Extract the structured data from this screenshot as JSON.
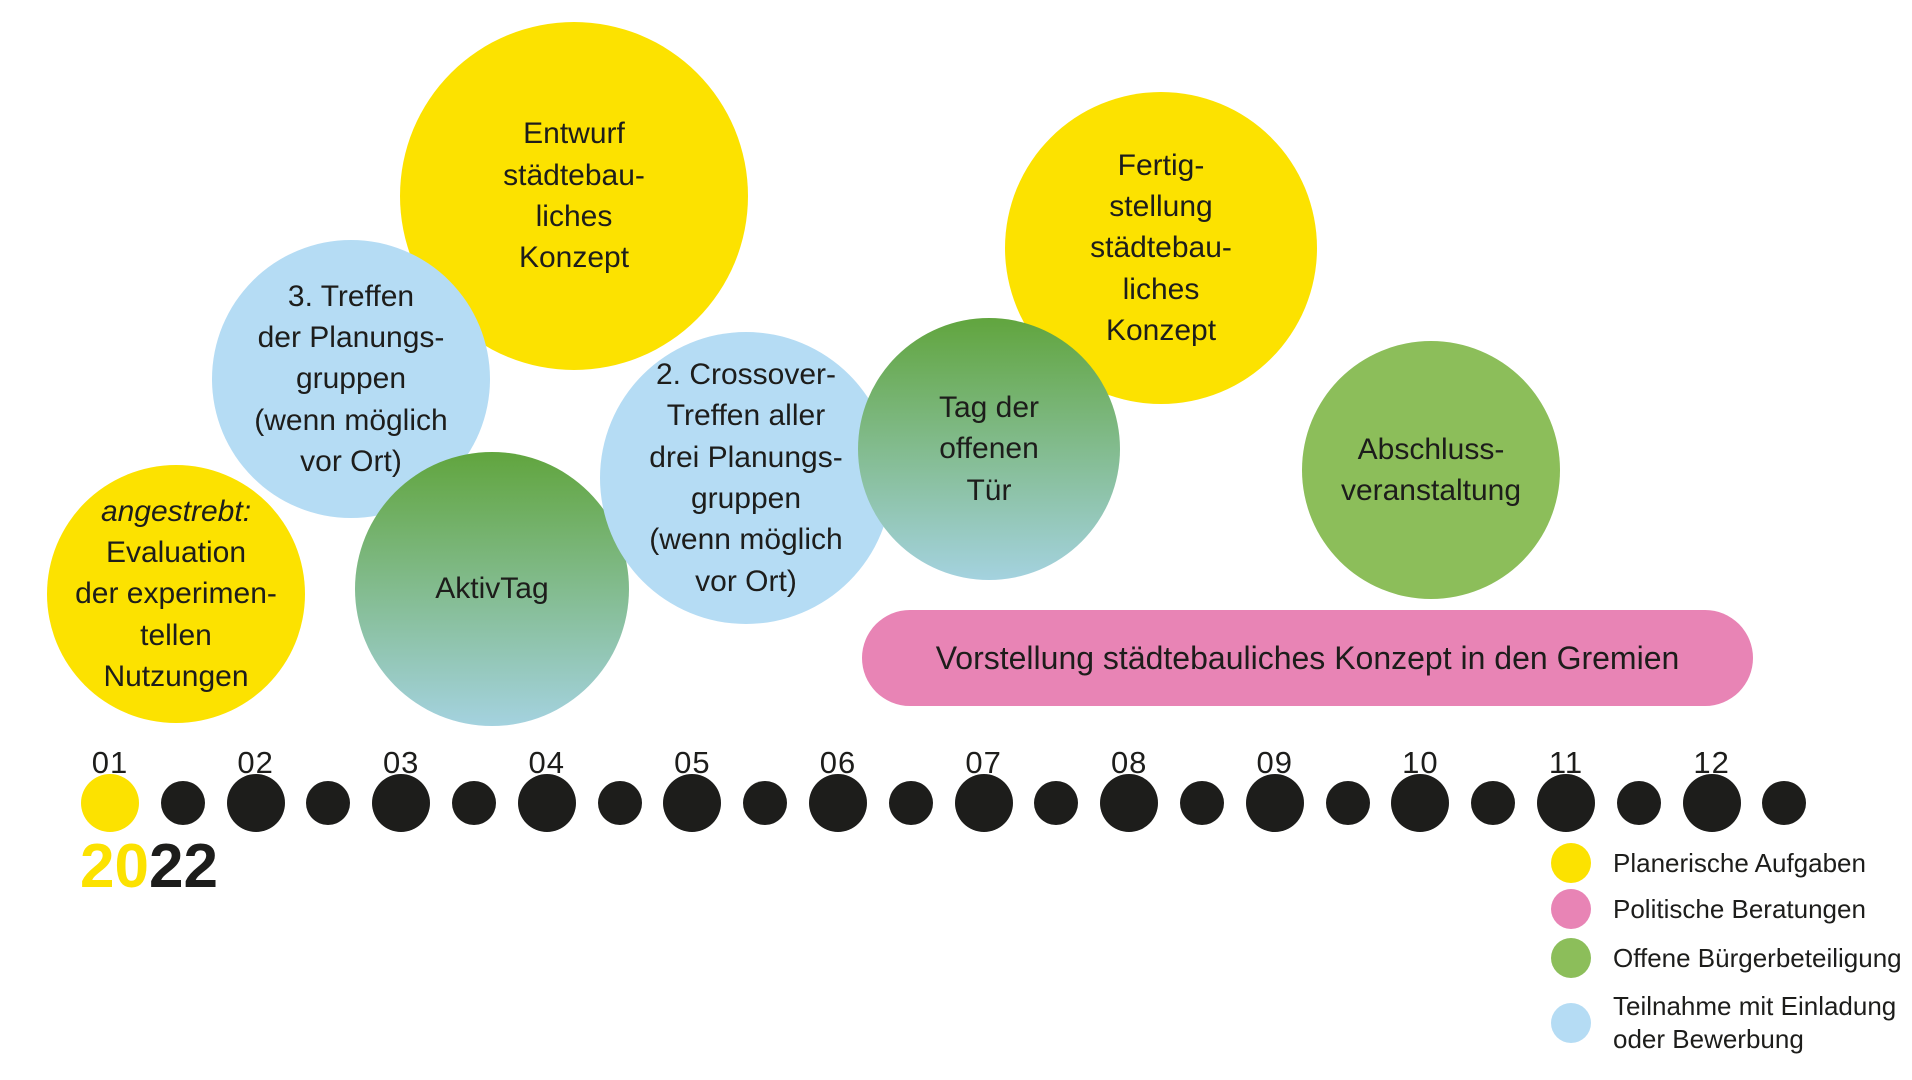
{
  "colors": {
    "yellow": "#FCE200",
    "pink": "#E884B5",
    "green": "#8CBE5A",
    "light_blue": "#B5DCF4",
    "gradient_green_top": "#61A53E",
    "gradient_blue_bottom": "#A4D2DF",
    "dark": "#1D1D1B"
  },
  "bubbles": {
    "evaluation": {
      "emphasis": "angestrebt:",
      "text": "Evaluation\nder experimen-\ntellen\nNutzungen",
      "category": "Planerische Aufgaben"
    },
    "treffen3": {
      "text": "3. Treffen\nder Planungs-\ngruppen\n(wenn möglich\nvor Ort)",
      "category": "Teilnahme mit Einladung oder Bewerbung"
    },
    "entwurf": {
      "text": "Entwurf\nstädtebau-\nliches\nKonzept",
      "category": "Planerische Aufgaben"
    },
    "aktivtag": {
      "text": "AktivTag",
      "category": "Offene Bürgerbeteiligung"
    },
    "crossover": {
      "text": "2. Crossover-\nTreffen aller\ndrei Planungs-\ngruppen\n(wenn möglich\nvor Ort)",
      "category": "Teilnahme mit Einladung oder Bewerbung"
    },
    "tag_der_offenen_tuer": {
      "text": "Tag der\noffenen\nTür",
      "category": "Offene Bürgerbeteiligung"
    },
    "fertigstellung": {
      "text": "Fertig-\nstellung\nstädtebau-\nliches\nKonzept",
      "category": "Planerische Aufgaben"
    },
    "abschluss": {
      "text": "Abschluss-\nveranstaltung",
      "category": "Offene Bürgerbeteiligung"
    }
  },
  "bar": {
    "text": "Vorstellung städtebauliches Konzept in den Gremien",
    "category": "Politische Beratungen"
  },
  "timeline": {
    "months": [
      "01",
      "02",
      "03",
      "04",
      "05",
      "06",
      "07",
      "08",
      "09",
      "10",
      "11",
      "12"
    ],
    "dots_per_month": 2,
    "highlighted_dot_index": 0
  },
  "year": {
    "first": "20",
    "second": "22"
  },
  "legend": [
    {
      "label": "Planerische Aufgaben",
      "color": "#FCE200"
    },
    {
      "label": "Politische Beratungen",
      "color": "#E884B5"
    },
    {
      "label": "Offene Bürgerbeteiligung",
      "color": "#8CBE5A"
    },
    {
      "label": "Teilnahme mit Einladung\noder Bewerbung",
      "color": "#B5DCF4"
    }
  ]
}
